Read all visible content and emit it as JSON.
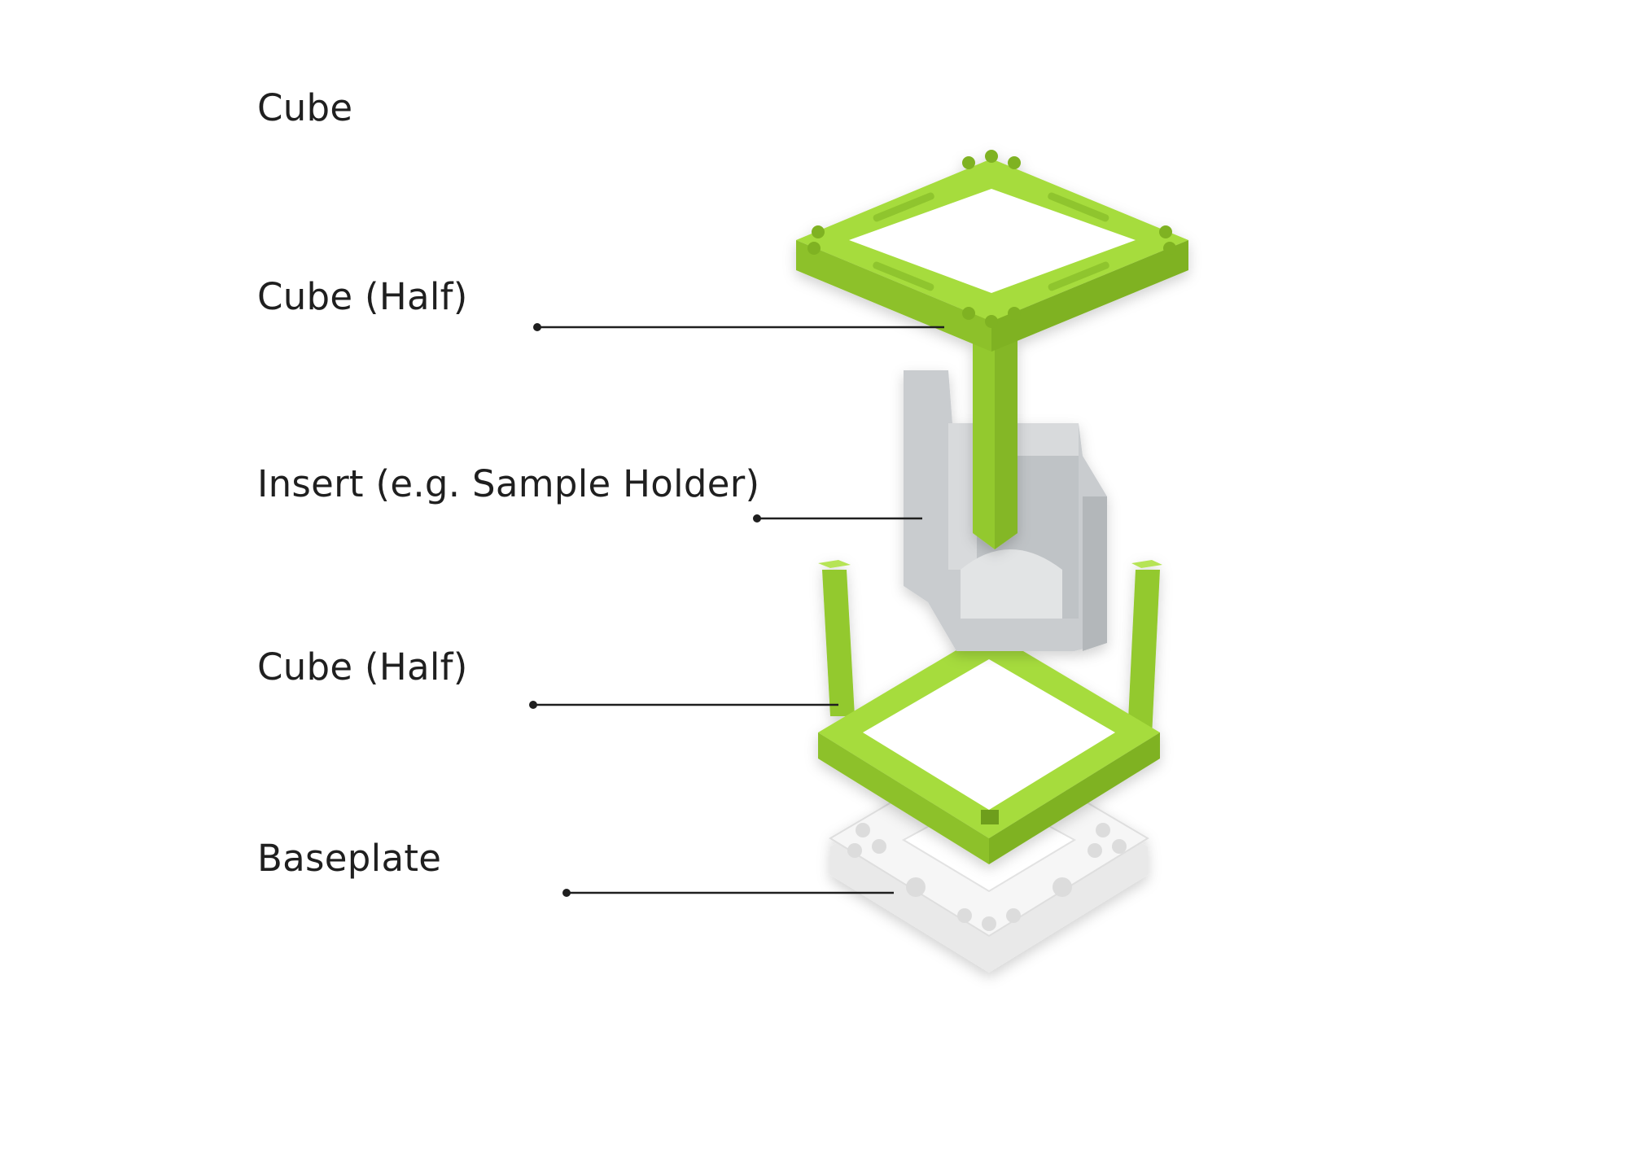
{
  "labels": {
    "cube": "Cube",
    "cube_half_top": "Cube (Half)",
    "insert": "Insert (e.g. Sample Holder)",
    "cube_half_bottom": "Cube (Half)",
    "baseplate": "Baseplate"
  },
  "colors": {
    "cube_half": "#a6dc3c",
    "insert": "#c8cbcd",
    "baseplate": "#f4f4f4",
    "leader_line": "#1f1f1f"
  }
}
